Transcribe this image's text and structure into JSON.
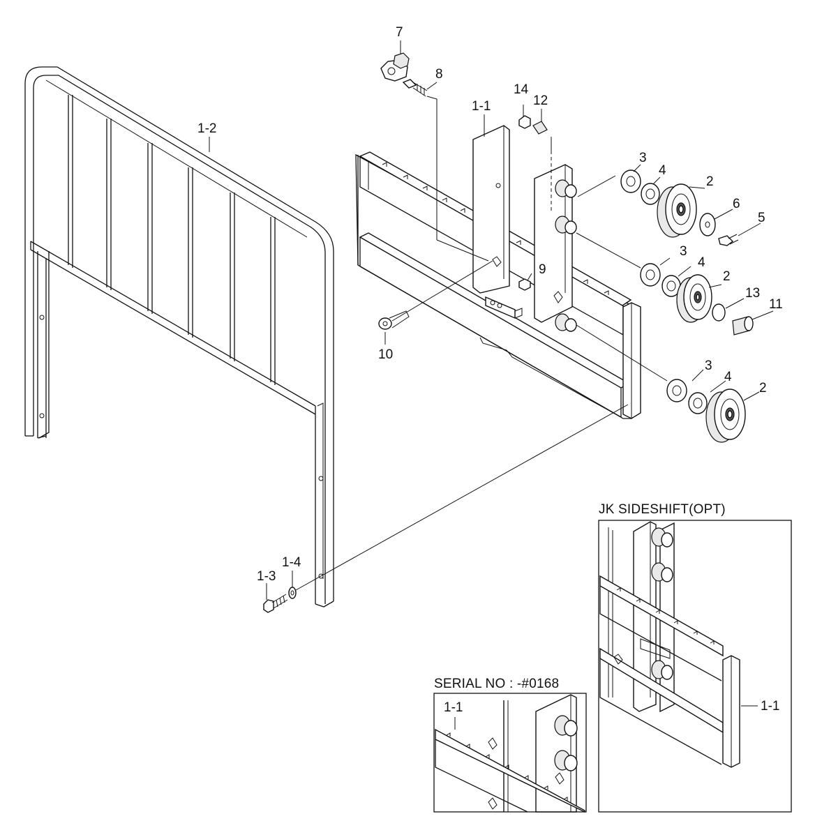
{
  "labels": {
    "p1_2": "1-2",
    "p7": "7",
    "p8": "8",
    "p1_1": "1-1",
    "p14": "14",
    "p12": "12",
    "p3a": "3",
    "p4a": "4",
    "p2a": "2",
    "p6": "6",
    "p5": "5",
    "p3b": "3",
    "p4b": "4",
    "p2b": "2",
    "p13": "13",
    "p11": "11",
    "p9": "9",
    "p10": "10",
    "p3c": "3",
    "p4c": "4",
    "p2c": "2",
    "p1_3": "1-3",
    "p1_4": "1-4"
  },
  "insets": {
    "sideshift": {
      "title": "JK SIDESHIFT(OPT)",
      "label": "1-1"
    },
    "serial": {
      "title": "SERIAL NO : -#0168",
      "label": "1-1"
    }
  }
}
